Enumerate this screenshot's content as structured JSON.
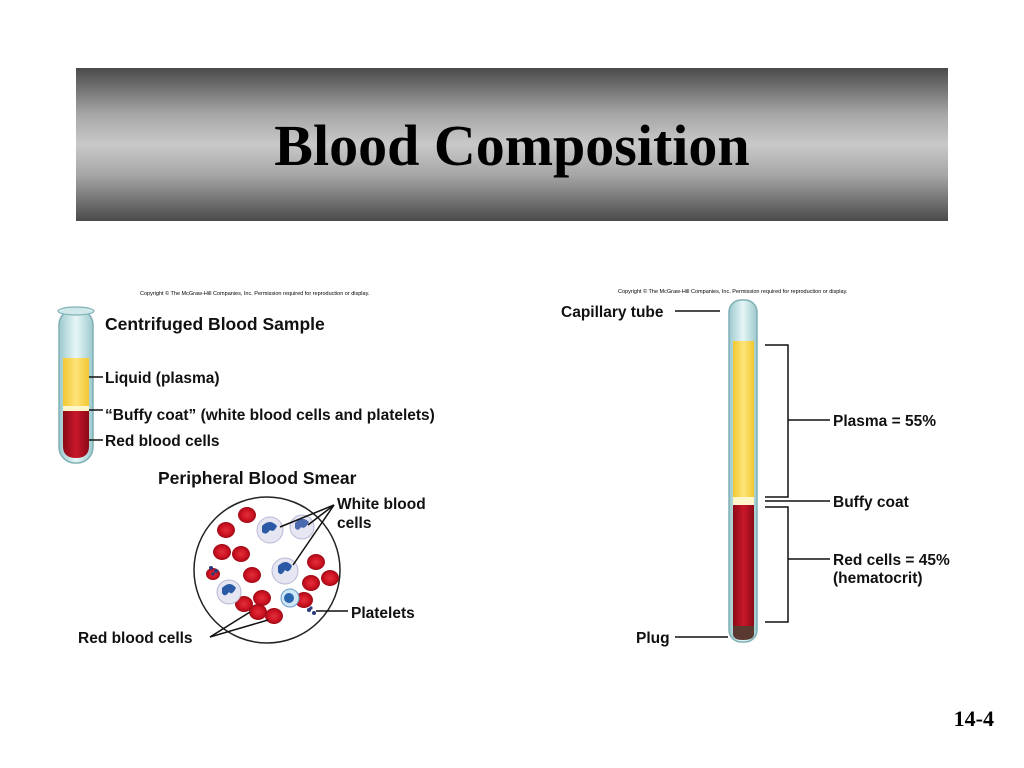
{
  "slide": {
    "title": "Blood Composition",
    "number": "14-4"
  },
  "left_figure": {
    "copyright": "Copyright © The McGraw-Hill Companies, Inc. Permission required for reproduction or display.",
    "tube_heading": "Centrifuged Blood Sample",
    "labels": {
      "plasma": "Liquid (plasma)",
      "buffy": "“Buffy coat” (white blood cells and platelets)",
      "red": "Red blood cells"
    },
    "smear_heading": "Peripheral Blood Smear",
    "smear_labels": {
      "wbc_line1": "White blood",
      "wbc_line2": "cells",
      "platelets": "Platelets",
      "rbc": "Red blood cells"
    }
  },
  "right_figure": {
    "copyright": "Copyright © The McGraw-Hill Companies, Inc. Permission required for reproduction or display.",
    "labels": {
      "capillary": "Capillary tube",
      "plasma": "Plasma = 55%",
      "buffy": "Buffy coat",
      "red_line1": "Red cells = 45%",
      "red_line2": "(hematocrit)",
      "plug": "Plug"
    }
  },
  "colors": {
    "plasma": "#fbd84a",
    "red_cells": "#b51020",
    "buffy": "#fff6cc",
    "tube_glass": "#d8eef0"
  }
}
